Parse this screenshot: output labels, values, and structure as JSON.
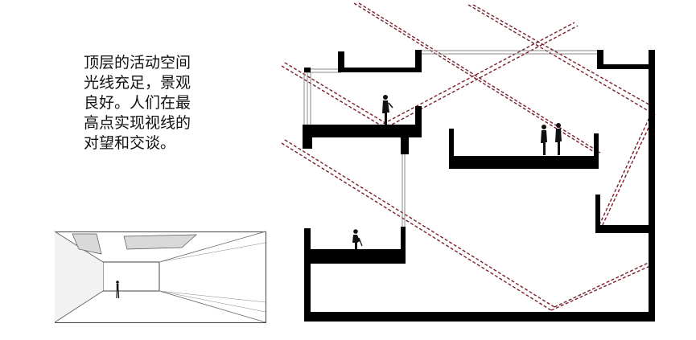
{
  "caption": {
    "lines": [
      "顶层的活动空间",
      "光线充足，景观",
      "良好。人们在最",
      "高点实现视线的",
      "对望和交谈。"
    ]
  },
  "colors": {
    "wall": "#000000",
    "sightline": "#7a1f2b",
    "glass": "#888888",
    "sketch_line": "#444444",
    "opening_fill": "#d9d9d9"
  }
}
